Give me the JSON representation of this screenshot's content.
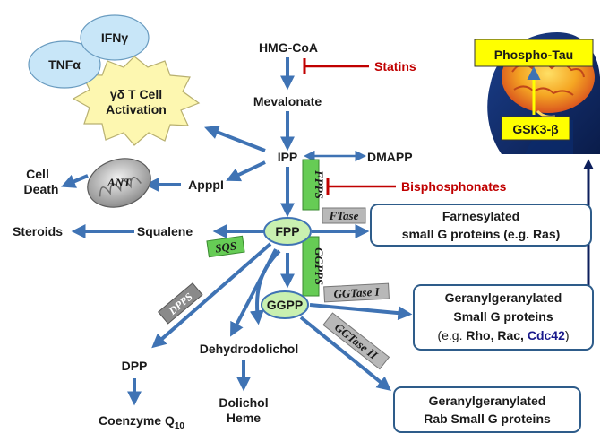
{
  "nodes": {
    "hmgcoa": "HMG-CoA",
    "mevalonate": "Mevalonate",
    "ipp": "IPP",
    "dmapp": "DMAPP",
    "appl": "ApppI",
    "cell_death_1": "Cell",
    "cell_death_2": "Death",
    "steroids": "Steroids",
    "squalene": "Squalene",
    "fpp": "FPP",
    "ggpp": "GGPP",
    "dpp": "DPP",
    "coq_main": "Coenzyme Q",
    "coq_sub": "10",
    "dehydrodolichol": "Dehydrodolichol",
    "dolichol": "Dolichol",
    "heme": "Heme"
  },
  "inhibitors": {
    "statins": "Statins",
    "bisphosphonates": "Bisphosphonates"
  },
  "enzymes": {
    "fpps": "FPPS",
    "sqs": "SQS",
    "ggpps": "GGPPS",
    "ftase": "FTase",
    "ggtase1": "GGTase I",
    "ggtase2": "GGTase II",
    "dpps": "DPPS",
    "ant": "ANT"
  },
  "immune": {
    "tnf": "TNFα",
    "ifn": "IFNγ",
    "activation_1": "γδ T Cell",
    "activation_2": "Activation"
  },
  "boxes": {
    "farnesylated_1": "Farnesylated",
    "farnesylated_2": "small G proteins (e.g. Ras)",
    "gg_1": "Geranylgeranylated",
    "gg_2": "Small G proteins",
    "gg_3_prefix": "(e.g. ",
    "gg_3_rho": "Rho",
    "gg_3_sep1": ", ",
    "gg_3_rac": "Rac",
    "gg_3_sep2": ", ",
    "gg_3_cdc42": "Cdc42",
    "gg_3_suffix": ")",
    "rab_1": "Geranylgeranylated",
    "rab_2": "Rab Small G proteins"
  },
  "brain": {
    "phospho_tau": "Phospho-Tau",
    "gsk3": "GSK3-β"
  },
  "colors": {
    "arrow": "#3f73b4",
    "inhibitor": "#c00000",
    "fpp_fill": "#c9f0b0",
    "enzyme_green": "#66cc55",
    "enzyme_grey": "#8a8a8a",
    "box_border": "#2e5c8a",
    "burst_fill": "#fdf7b0",
    "cloud_fill": "#c8e6f8",
    "brain_callout": "#ffff00",
    "cdc42": "#1a1a8c"
  }
}
